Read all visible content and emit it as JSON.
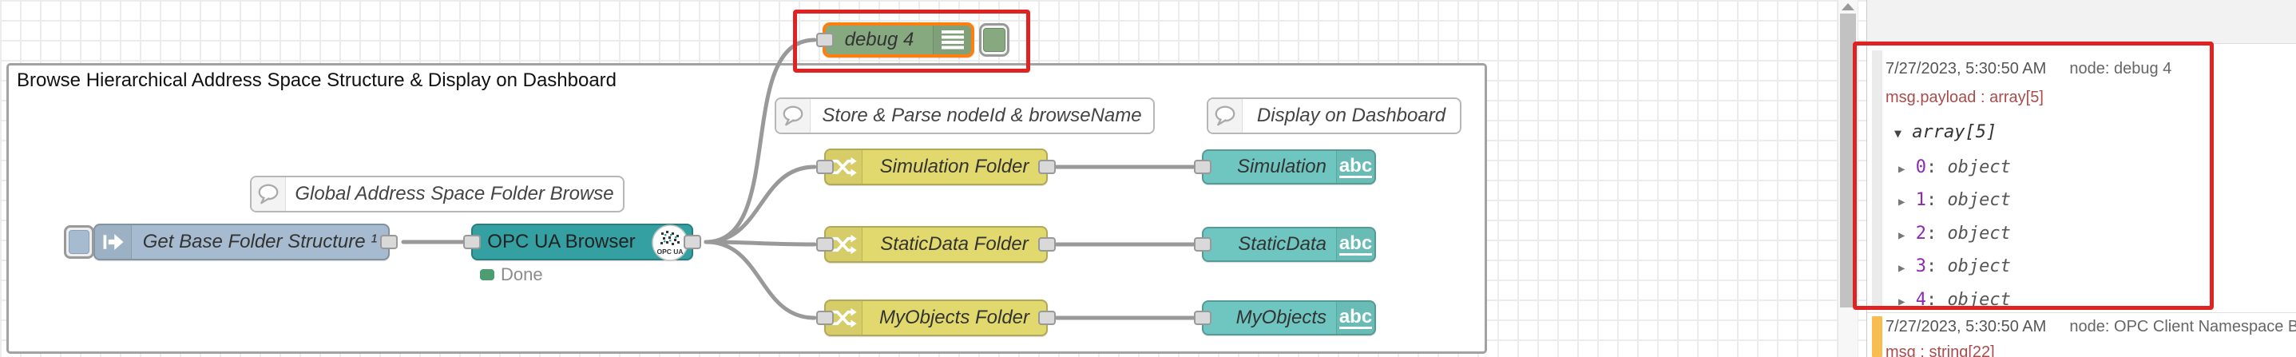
{
  "group": {
    "title": "Browse Hierarchical Address Space Structure & Display on Dashboard"
  },
  "nodes": {
    "inject": {
      "label": "Get Base Folder Structure ¹"
    },
    "opcua_browser": {
      "label": "OPC UA Browser",
      "icon_text": "OPC UA",
      "status_text": "Done"
    },
    "debug": {
      "label": "debug 4"
    },
    "folder_switches": [
      {
        "label": "Simulation Folder"
      },
      {
        "label": "StaticData Folder"
      },
      {
        "label": "MyObjects Folder"
      }
    ],
    "dashboard_texts": [
      {
        "label": "Simulation",
        "icon_text": "abc"
      },
      {
        "label": "StaticData",
        "icon_text": "abc"
      },
      {
        "label": "MyObjects",
        "icon_text": "abc"
      }
    ]
  },
  "comments": [
    {
      "label": "Global Address Space Folder Browse"
    },
    {
      "label": "Store & Parse nodeId & browseName"
    },
    {
      "label": "Display on Dashboard"
    }
  ],
  "debug_sidebar": {
    "caret_open": "▼",
    "caret_closed": "▶",
    "messages": [
      {
        "timestamp": "7/27/2023, 5:30:50 AM",
        "node_name": "node: debug 4",
        "property": "msg.payload : array[5]",
        "root": "array[5]",
        "items": [
          {
            "key": "0",
            "sep": ":",
            "type": "object"
          },
          {
            "key": "1",
            "sep": ":",
            "type": "object"
          },
          {
            "key": "2",
            "sep": ":",
            "type": "object"
          },
          {
            "key": "3",
            "sep": ":",
            "type": "object"
          },
          {
            "key": "4",
            "sep": ":",
            "type": "object"
          }
        ]
      },
      {
        "timestamp": "7/27/2023, 5:30:50 AM",
        "node_name": "node: OPC Client Namespace Brow",
        "property": "msg : string[22]"
      }
    ]
  },
  "icons": {
    "inject": "arrow-right-icon",
    "switch": "shuffle-icon",
    "debug": "list-icon",
    "comment": "speech-bubble-icon",
    "scrollbar": "triangle-up-icon"
  },
  "colors": {
    "annotation_red": "#df2222",
    "selected_orange": "#ff7f0e",
    "inject_blue": "#a6bbcf",
    "debug_green": "#87a980",
    "opcua_teal": "#35a0a2",
    "switch_yellow": "#e2d96e",
    "ui_text_teal": "#6fc6c0",
    "status_green": "#4c9e71",
    "msg_property_red": "#ab4b4b",
    "tree_key_purple": "#8a2bb0",
    "message_highlight_amber": "#f7bd51",
    "wire_gray": "#999999"
  }
}
